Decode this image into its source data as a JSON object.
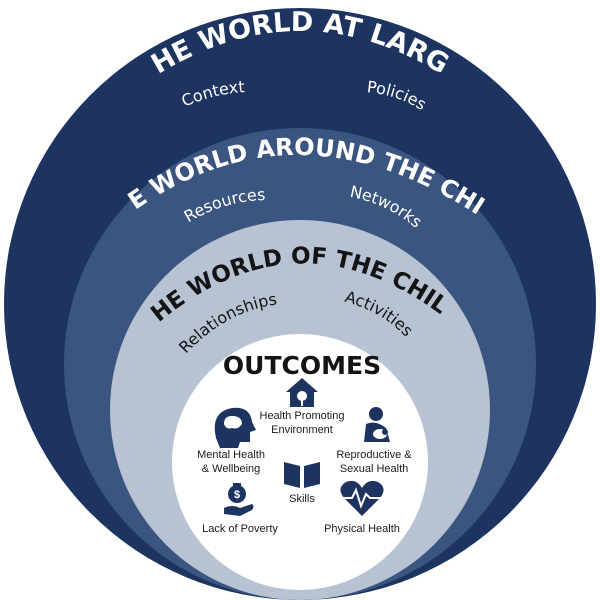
{
  "colors": {
    "outer": "#1d3461",
    "middle": "#3a557f",
    "inner": "#b7c2d3",
    "core": "#ffffff",
    "icon": "#1d3461",
    "text_light": "#ffffff",
    "text_dark": "#141414"
  },
  "rings": {
    "world_at_large": {
      "title": "THE WORLD AT LARGE",
      "left_label": "Context",
      "right_label": "Policies"
    },
    "world_around_child": {
      "title": "THE WORLD AROUND THE CHILD",
      "left_label": "Resources",
      "right_label": "Networks"
    },
    "world_of_child": {
      "title": "THE WORLD OF THE CHILD",
      "left_label": "Relationships",
      "right_label": "Activities"
    }
  },
  "outcomes": {
    "title": "OUTCOMES",
    "health_env": {
      "icon": "house-tree-icon",
      "line1": "Health Promoting",
      "line2": "Environment"
    },
    "mental": {
      "icon": "brain-head-icon",
      "line1": "Mental Health",
      "line2": "& Wellbeing"
    },
    "reproductive": {
      "icon": "mother-baby-icon",
      "line1": "Reproductive &",
      "line2": "Sexual Health"
    },
    "skills": {
      "icon": "open-book-icon",
      "label": "Skills"
    },
    "poverty": {
      "icon": "money-bag-hand-icon",
      "label": "Lack of Poverty"
    },
    "physical": {
      "icon": "heart-pulse-icon",
      "label": "Physical Health"
    }
  }
}
